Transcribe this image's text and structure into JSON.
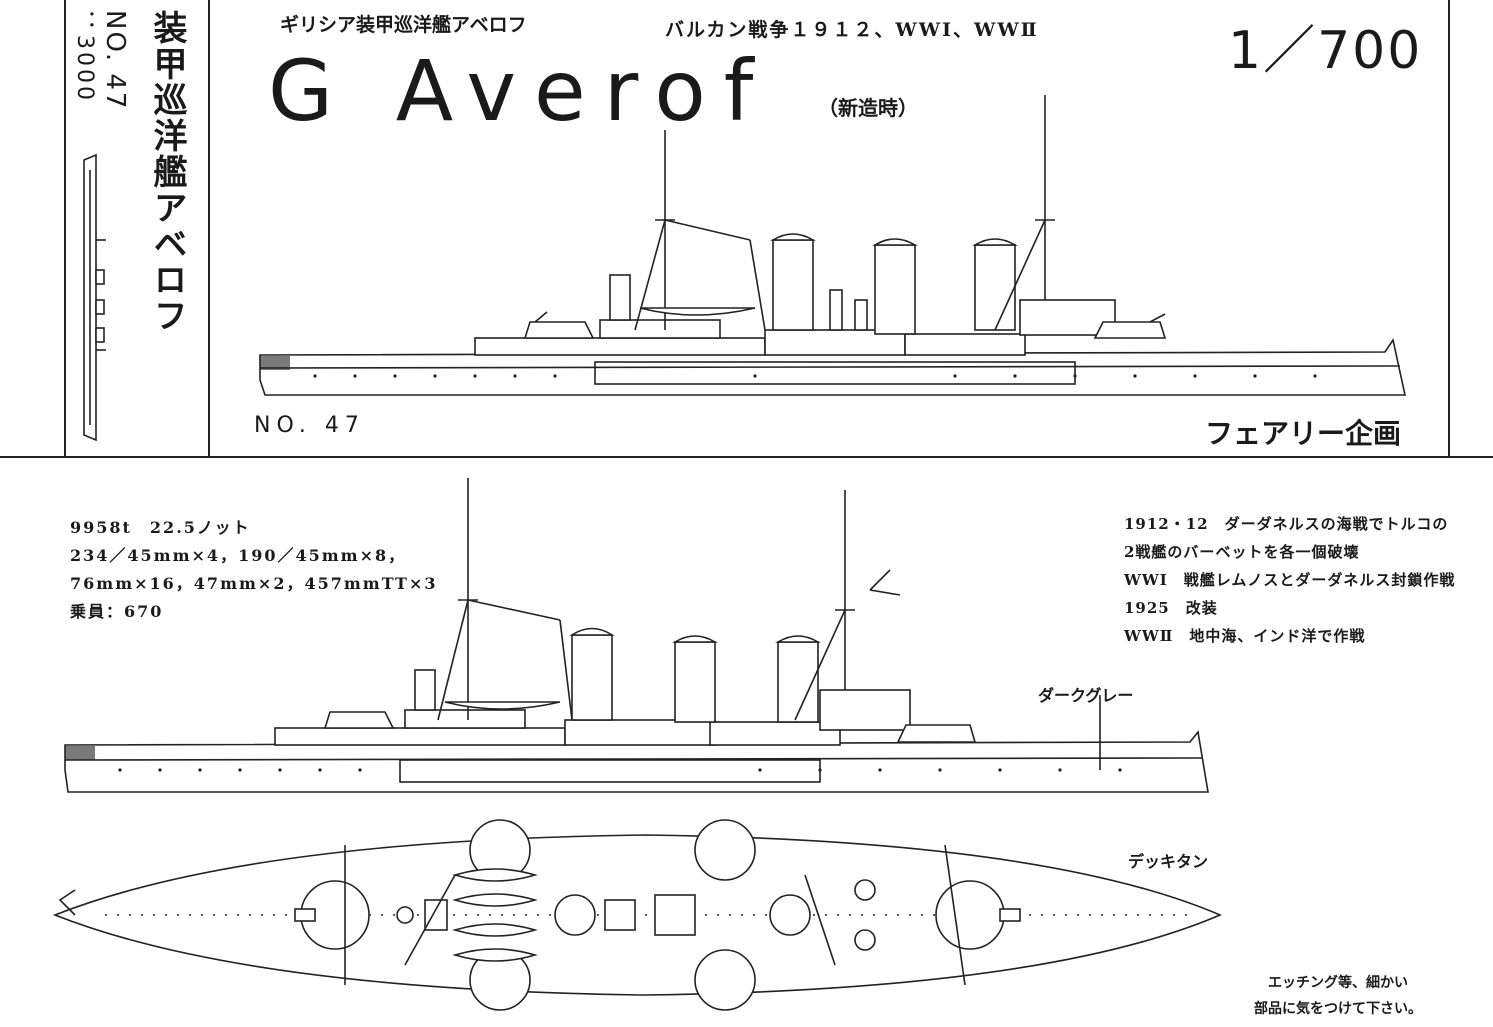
{
  "header": {
    "subtitle_left": "ギリシア装甲巡洋艦アベロフ",
    "subtitle_right": "バルカン戦争１９１２、WWⅠ、WWⅡ",
    "scale": "1／700",
    "title": "G Averof",
    "title_note": "（新造時）",
    "kit_number": "NO. 47",
    "maker": "フェアリー企画"
  },
  "spine": {
    "title": "装甲巡洋艦アベロフ",
    "kit_number": "NO. 47",
    "price": "：3000"
  },
  "specs": {
    "lines": [
      "9958t　22.5ノット",
      "234／45mm×4，190／45mm×8，",
      "76mm×16，47mm×2，457mmTT×3",
      "乗員：670"
    ]
  },
  "history": {
    "lines": [
      "1912・12　ダーダネルスの海戦でトルコの",
      "2戦艦のバーベットを各一個破壊",
      "WWⅠ　戦艦レムノスとダーダネルス封鎖作戦",
      "1925　改装",
      "WWⅡ　地中海、インド洋で作戦"
    ]
  },
  "callouts": {
    "hull_color": "ダークグレー",
    "deck_color": "デッキタン",
    "etching_note_1": "エッチング等、細かい",
    "etching_note_2": "部品に気をつけて下さい。"
  }
}
